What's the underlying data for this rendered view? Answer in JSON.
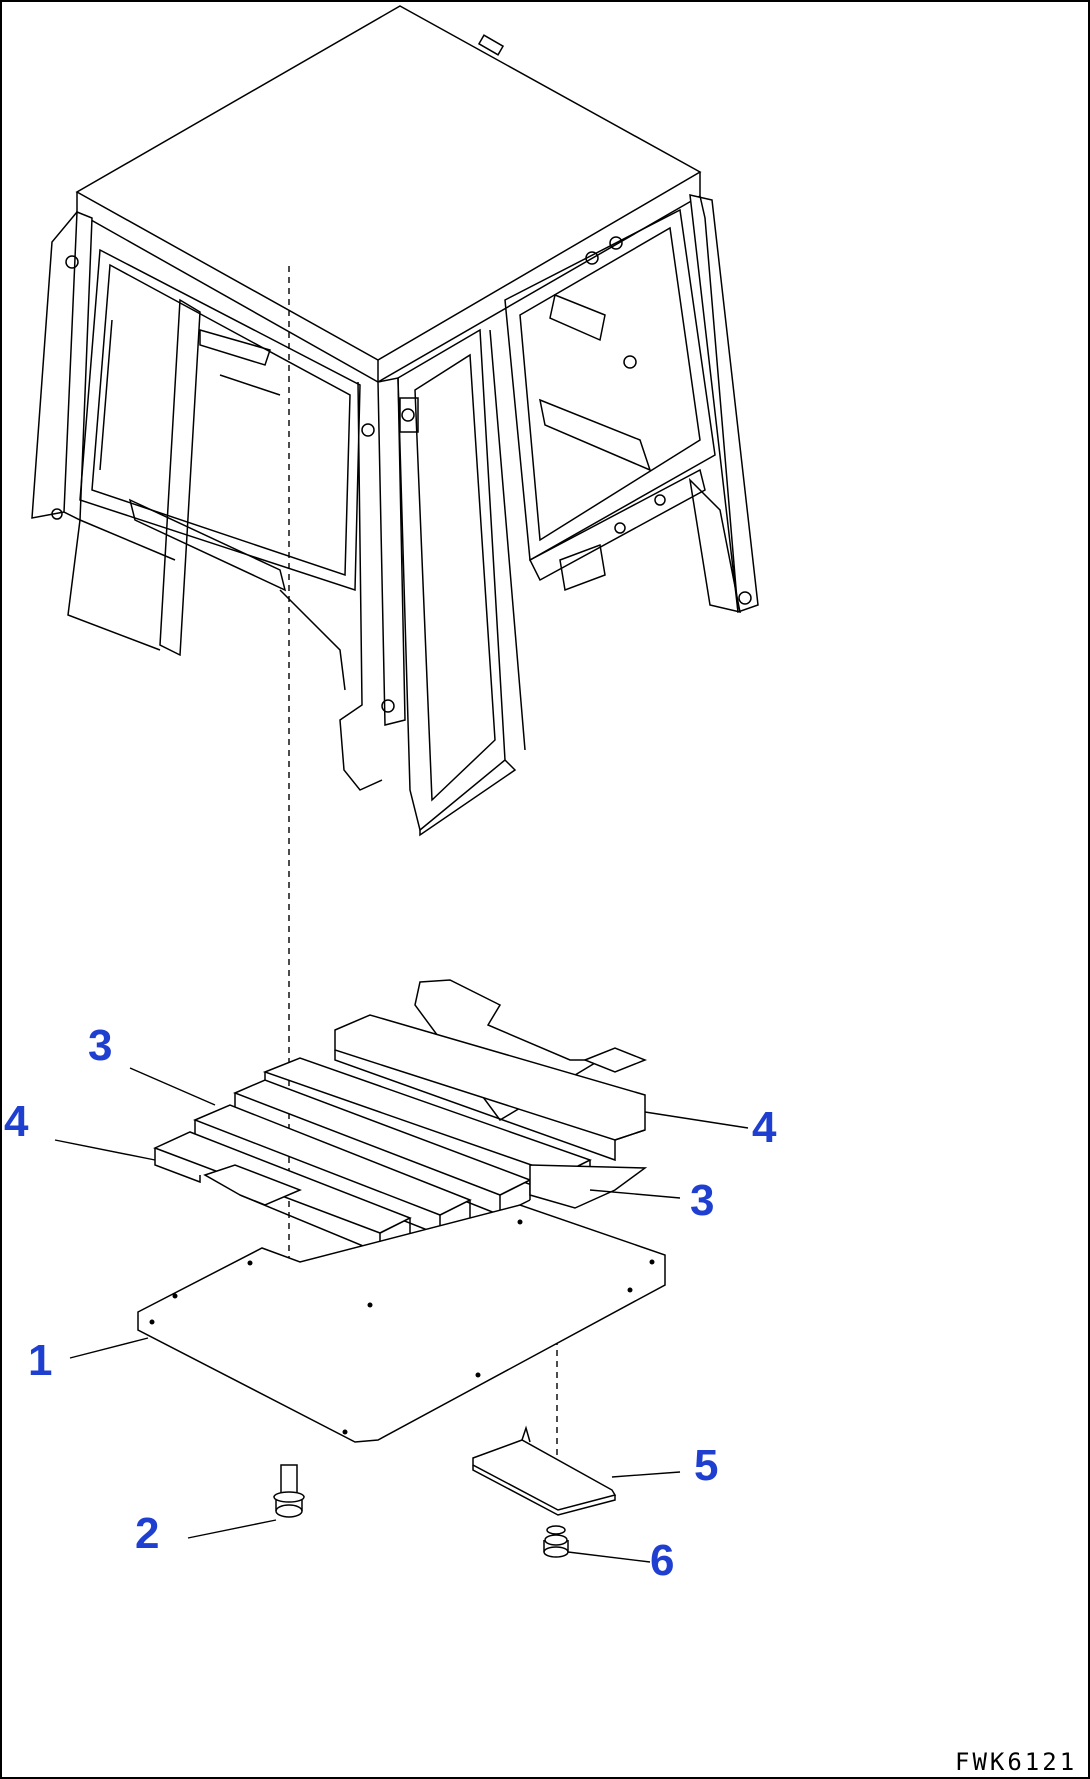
{
  "figure": {
    "code": "FWK6121",
    "callouts": [
      {
        "id": "c1",
        "text": "1"
      },
      {
        "id": "c2",
        "text": "2"
      },
      {
        "id": "c3a",
        "text": "3"
      },
      {
        "id": "c3b",
        "text": "3"
      },
      {
        "id": "c4a",
        "text": "4"
      },
      {
        "id": "c4b",
        "text": "4"
      },
      {
        "id": "c5",
        "text": "5"
      },
      {
        "id": "c6",
        "text": "6"
      }
    ],
    "colors": {
      "callout": "#1f3fd0",
      "line": "#000000",
      "background": "#ffffff"
    }
  }
}
